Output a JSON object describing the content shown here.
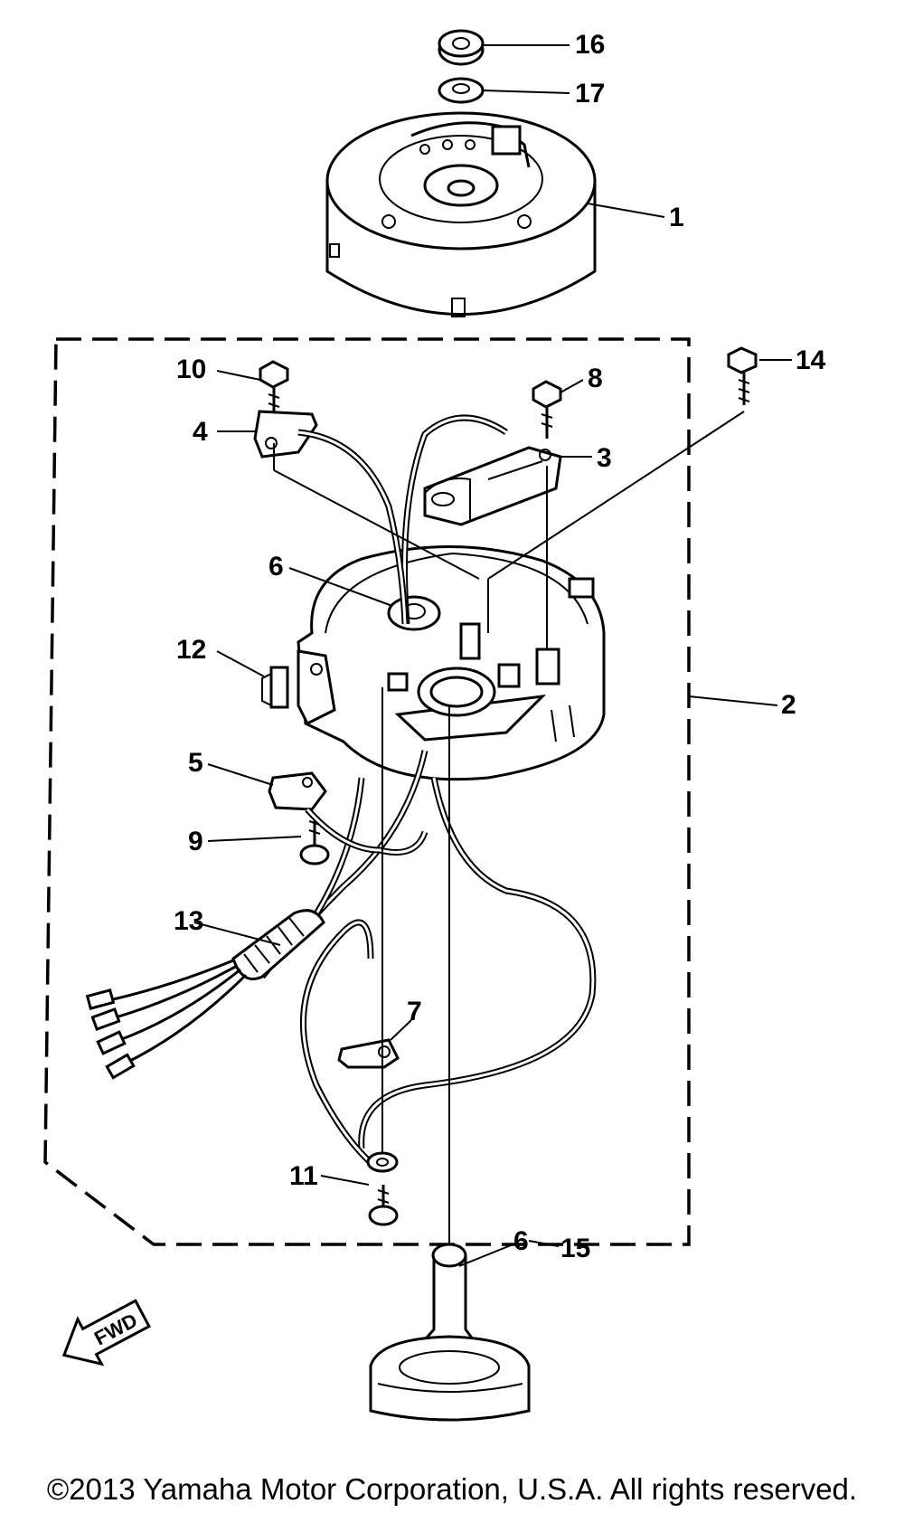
{
  "callouts": {
    "c1": "1",
    "c2": "2",
    "c3": "3",
    "c4": "4",
    "c5": "5",
    "c6a": "6",
    "c6b": "6",
    "c7": "7",
    "c8": "8",
    "c9": "9",
    "c10": "10",
    "c11": "11",
    "c12": "12",
    "c13": "13",
    "c14": "14",
    "c15": "15",
    "c16": "16",
    "c17": "17"
  },
  "fwd_arrow": {
    "label": "FWD",
    "icon": "fwd-arrow-icon"
  },
  "copyright": "©2013 Yamaha Motor Corporation, U.S.A. All rights reserved."
}
